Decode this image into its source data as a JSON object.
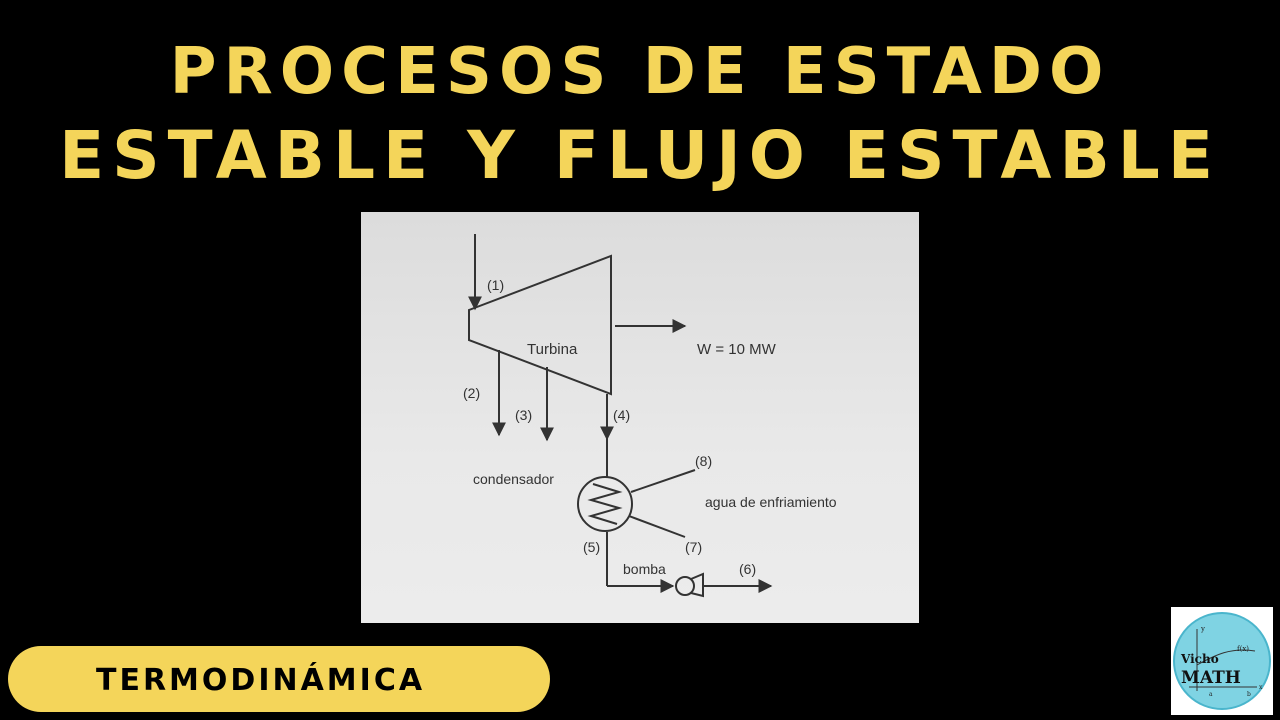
{
  "title": {
    "line1": "PROCESOS DE ESTADO",
    "line2": "ESTABLE Y FLUJO ESTABLE"
  },
  "diagram": {
    "turbine_label": "Turbina",
    "work_label": "W = 10 MW",
    "condenser_label": "condensador",
    "cooling_label": "agua de enfriamiento",
    "pump_label": "bomba",
    "states": {
      "s1": "(1)",
      "s2": "(2)",
      "s3": "(3)",
      "s4": "(4)",
      "s5": "(5)",
      "s6": "(6)",
      "s7": "(7)",
      "s8": "(8)"
    }
  },
  "badge": {
    "label": "TERMODINÁMICA"
  },
  "logo": {
    "line1": "Vicho",
    "line2": "MATH",
    "fx": "f(x)",
    "y": "y",
    "a": "a",
    "b": "b",
    "x": "x"
  },
  "colors": {
    "accent": "#f4d55a",
    "background": "#000000",
    "diagram_bg": "#e6e6e6",
    "ink": "#333333",
    "logo_circle": "#7fd3e3"
  }
}
